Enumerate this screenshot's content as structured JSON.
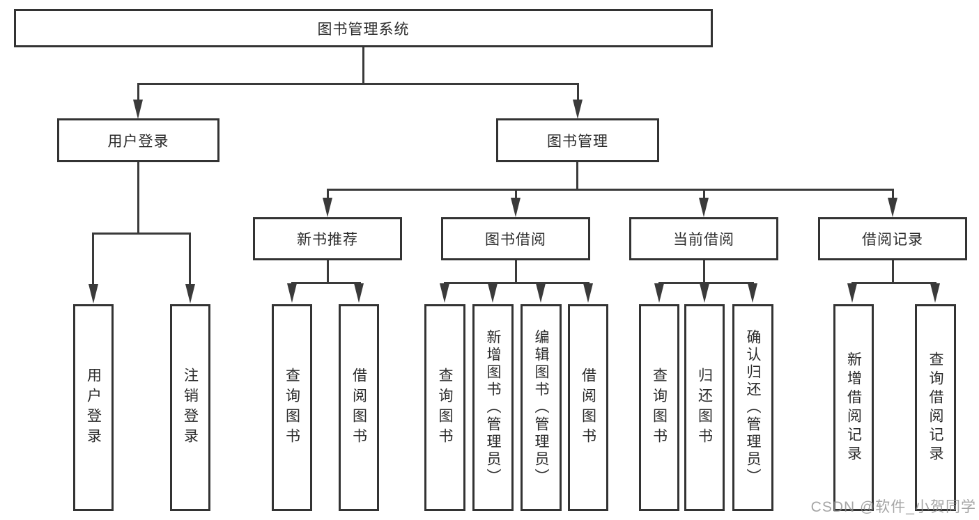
{
  "diagram": {
    "title_node": {
      "label": "图书管理系统"
    },
    "level1": {
      "user_login_branch": {
        "label": "用户登录"
      },
      "book_management_branch": {
        "label": "图书管理"
      }
    },
    "level2": {
      "new_book_recommend": {
        "label": "新书推荐"
      },
      "book_borrow": {
        "label": "图书借阅"
      },
      "current_borrow": {
        "label": "当前借阅"
      },
      "borrow_record": {
        "label": "借阅记录"
      }
    },
    "leaves": {
      "user_login": {
        "label": "用户登录"
      },
      "logout": {
        "label": "注销登录"
      },
      "nbr_query_book": {
        "label": "查询图书"
      },
      "nbr_borrow_book": {
        "label": "借阅图书"
      },
      "bb_query_book": {
        "label": "查询图书"
      },
      "bb_add_book": {
        "label": "新增图书（管理员）"
      },
      "bb_edit_book": {
        "label": "编辑图书（管理员）"
      },
      "bb_borrow_book": {
        "label": "借阅图书"
      },
      "cb_query_book": {
        "label": "查询图书"
      },
      "cb_return_book": {
        "label": "归还图书"
      },
      "cb_confirm_return": {
        "label": "确认归还（管理员）"
      },
      "br_add_record": {
        "label": "新增借阅记录"
      },
      "br_query_record": {
        "label": "查询借阅记录"
      }
    },
    "colors": {
      "line": "#3a3a3a",
      "border": "#333333",
      "text": "#2b2b2b",
      "background": "#ffffff",
      "watermark": "#8c8c8c"
    },
    "watermark_text": "CSDN @软件_小贺同学"
  }
}
